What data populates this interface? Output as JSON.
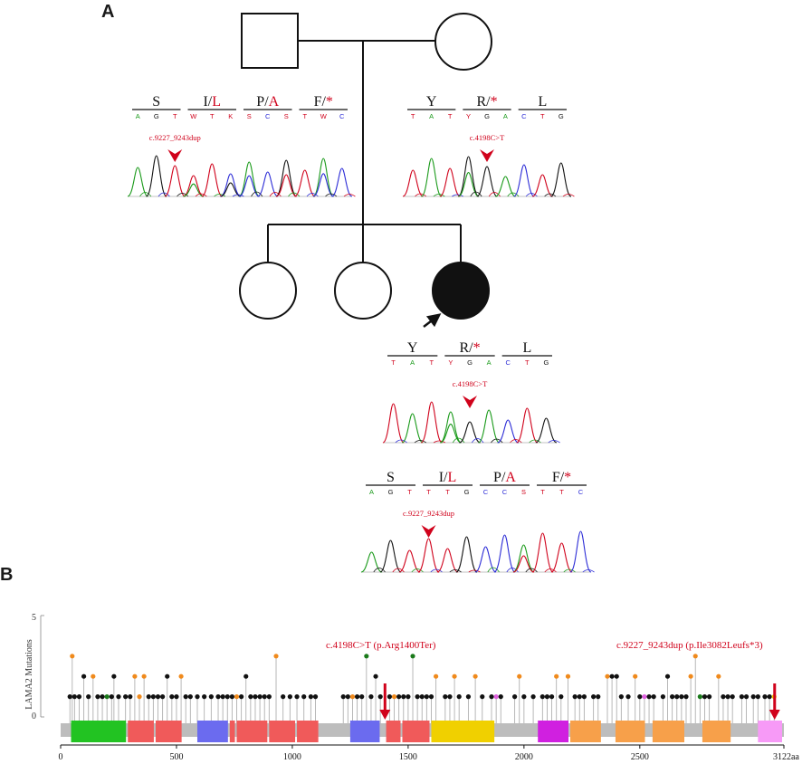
{
  "panel_a": {
    "label": "A",
    "father_seq": {
      "codons": [
        {
          "aa": "S",
          "alt": ""
        },
        {
          "aa": "I/",
          "alt": "L"
        },
        {
          "aa": "P/",
          "alt": "A"
        },
        {
          "aa": "F/",
          "alt": "*"
        }
      ],
      "bases": [
        "A",
        "G",
        "T",
        "W",
        "T",
        "K",
        "S",
        "C",
        "S",
        "T",
        "W",
        "C"
      ],
      "mutation": "c.9227_9243dup"
    },
    "mother_seq": {
      "codons": [
        {
          "aa": "Y",
          "alt": ""
        },
        {
          "aa": "R/",
          "alt": "*"
        },
        {
          "aa": "L",
          "alt": ""
        }
      ],
      "bases": [
        "T",
        "A",
        "T",
        "Y",
        "G",
        "A",
        "C",
        "T",
        "G"
      ],
      "mutation": "c.4198C>T"
    },
    "proband_seq1": {
      "codons": [
        {
          "aa": "Y",
          "alt": ""
        },
        {
          "aa": "R/",
          "alt": "*"
        },
        {
          "aa": "L",
          "alt": ""
        }
      ],
      "bases": [
        "T",
        "A",
        "T",
        "Y",
        "G",
        "A",
        "C",
        "T",
        "G"
      ],
      "mutation": "c.4198C>T"
    },
    "proband_seq2": {
      "codons": [
        {
          "aa": "S",
          "alt": ""
        },
        {
          "aa": "I/",
          "alt": "L"
        },
        {
          "aa": "P/",
          "alt": "A"
        },
        {
          "aa": "F/",
          "alt": "*"
        }
      ],
      "bases": [
        "A",
        "G",
        "T",
        "T",
        "T",
        "G",
        "C",
        "C",
        "S",
        "T",
        "T",
        "C"
      ],
      "mutation": "c.9227_9243dup"
    }
  },
  "panel_b": {
    "label": "B",
    "y_axis_label": "LAMA2 Mutations",
    "y_ticks": [
      "5",
      "0"
    ],
    "x_ticks": [
      "0",
      "500",
      "1000",
      "1500",
      "2000",
      "2500",
      "3122aa"
    ],
    "annotation_1": "c.4198C>T (p.Arg1400Ter)",
    "annotation_2": "c.9227_9243dup (p.Ile3082Leufs*3)"
  },
  "colors": {
    "red": "#d0021b",
    "domain_green": "#22c322",
    "domain_red": "#f05a5a",
    "domain_blue": "#6b6bef",
    "domain_yellow": "#f0d000",
    "domain_magenta": "#d020e0",
    "domain_orange": "#f7a04a",
    "domain_pink": "#f79af7",
    "backbone": "#bdbdbd",
    "lollipop_black": "#111111",
    "lollipop_orange": "#f08a1c",
    "lollipop_green": "#1a7a1a"
  },
  "chart_data": {
    "type": "scatter",
    "title": "",
    "xlabel": "",
    "ylabel": "LAMA2 Mutations",
    "xlim": [
      0,
      3122
    ],
    "ylim": [
      0,
      5
    ],
    "domains": [
      {
        "start": 45,
        "end": 290,
        "color": "domain_green"
      },
      {
        "start": 290,
        "end": 410,
        "color": "domain_red"
      },
      {
        "start": 410,
        "end": 530,
        "color": "domain_red"
      },
      {
        "start": 590,
        "end": 730,
        "color": "domain_blue"
      },
      {
        "start": 730,
        "end": 760,
        "color": "domain_red"
      },
      {
        "start": 760,
        "end": 900,
        "color": "domain_red"
      },
      {
        "start": 900,
        "end": 1020,
        "color": "domain_red"
      },
      {
        "start": 1020,
        "end": 1120,
        "color": "domain_red"
      },
      {
        "start": 1250,
        "end": 1385,
        "color": "domain_blue"
      },
      {
        "start": 1405,
        "end": 1475,
        "color": "domain_red"
      },
      {
        "start": 1475,
        "end": 1600,
        "color": "domain_red"
      },
      {
        "start": 1600,
        "end": 1880,
        "color": "domain_yellow"
      },
      {
        "start": 2060,
        "end": 2200,
        "color": "domain_magenta"
      },
      {
        "start": 2200,
        "end": 2340,
        "color": "domain_orange"
      },
      {
        "start": 2395,
        "end": 2530,
        "color": "domain_orange"
      },
      {
        "start": 2555,
        "end": 2700,
        "color": "domain_orange"
      },
      {
        "start": 2770,
        "end": 2900,
        "color": "domain_orange"
      },
      {
        "start": 3010,
        "end": 3122,
        "color": "domain_pink"
      }
    ],
    "highlight_positions": [
      1400,
      3082
    ],
    "series": [
      {
        "points": [
          [
            40,
            1,
            "b"
          ],
          [
            50,
            3,
            "o"
          ],
          [
            60,
            1,
            "b"
          ],
          [
            80,
            1,
            "b"
          ],
          [
            100,
            2,
            "b"
          ],
          [
            120,
            1,
            "b"
          ],
          [
            140,
            2,
            "o"
          ],
          [
            160,
            1,
            "b"
          ],
          [
            180,
            1,
            "b"
          ],
          [
            200,
            1,
            "g"
          ],
          [
            220,
            1,
            "b"
          ],
          [
            230,
            2,
            "b"
          ],
          [
            250,
            1,
            "b"
          ],
          [
            280,
            1,
            "b"
          ],
          [
            300,
            1,
            "b"
          ],
          [
            320,
            2,
            "o"
          ],
          [
            340,
            1,
            "o"
          ],
          [
            360,
            2,
            "o"
          ],
          [
            380,
            1,
            "b"
          ],
          [
            400,
            1,
            "b"
          ],
          [
            420,
            1,
            "b"
          ],
          [
            440,
            1,
            "b"
          ],
          [
            460,
            2,
            "b"
          ],
          [
            480,
            1,
            "b"
          ],
          [
            500,
            1,
            "b"
          ],
          [
            520,
            2,
            "o"
          ],
          [
            540,
            1,
            "b"
          ],
          [
            560,
            1,
            "b"
          ],
          [
            590,
            1,
            "b"
          ],
          [
            620,
            1,
            "b"
          ],
          [
            650,
            1,
            "b"
          ],
          [
            680,
            1,
            "b"
          ],
          [
            700,
            1,
            "b"
          ],
          [
            720,
            1,
            "b"
          ],
          [
            740,
            1,
            "b"
          ],
          [
            760,
            1,
            "o"
          ],
          [
            780,
            1,
            "b"
          ],
          [
            800,
            2,
            "b"
          ],
          [
            820,
            1,
            "b"
          ],
          [
            840,
            1,
            "b"
          ],
          [
            860,
            1,
            "b"
          ],
          [
            880,
            1,
            "b"
          ],
          [
            900,
            1,
            "b"
          ],
          [
            930,
            3,
            "o"
          ],
          [
            960,
            1,
            "b"
          ],
          [
            990,
            1,
            "b"
          ],
          [
            1020,
            1,
            "b"
          ],
          [
            1050,
            1,
            "b"
          ],
          [
            1080,
            1,
            "b"
          ],
          [
            1100,
            1,
            "b"
          ],
          [
            1220,
            1,
            "b"
          ],
          [
            1240,
            1,
            "b"
          ],
          [
            1260,
            1,
            "o"
          ],
          [
            1280,
            1,
            "b"
          ],
          [
            1300,
            1,
            "b"
          ],
          [
            1320,
            3,
            "g"
          ],
          [
            1340,
            1,
            "b"
          ],
          [
            1360,
            2,
            "b"
          ],
          [
            1380,
            1,
            "b"
          ],
          [
            1420,
            1,
            "b"
          ],
          [
            1440,
            1,
            "o"
          ],
          [
            1460,
            1,
            "b"
          ],
          [
            1480,
            1,
            "b"
          ],
          [
            1500,
            1,
            "b"
          ],
          [
            1520,
            3,
            "g"
          ],
          [
            1540,
            1,
            "b"
          ],
          [
            1560,
            1,
            "b"
          ],
          [
            1580,
            1,
            "b"
          ],
          [
            1600,
            1,
            "b"
          ],
          [
            1620,
            2,
            "o"
          ],
          [
            1660,
            1,
            "b"
          ],
          [
            1680,
            1,
            "b"
          ],
          [
            1700,
            2,
            "o"
          ],
          [
            1720,
            1,
            "b"
          ],
          [
            1760,
            1,
            "b"
          ],
          [
            1790,
            2,
            "o"
          ],
          [
            1820,
            1,
            "b"
          ],
          [
            1860,
            1,
            "b"
          ],
          [
            1880,
            1,
            "p"
          ],
          [
            1900,
            1,
            "b"
          ],
          [
            1960,
            1,
            "b"
          ],
          [
            1980,
            2,
            "o"
          ],
          [
            2000,
            1,
            "b"
          ],
          [
            2040,
            1,
            "b"
          ],
          [
            2080,
            1,
            "b"
          ],
          [
            2100,
            1,
            "b"
          ],
          [
            2120,
            1,
            "b"
          ],
          [
            2140,
            2,
            "o"
          ],
          [
            2160,
            1,
            "b"
          ],
          [
            2190,
            2,
            "o"
          ],
          [
            2220,
            1,
            "b"
          ],
          [
            2240,
            1,
            "b"
          ],
          [
            2260,
            1,
            "b"
          ],
          [
            2300,
            1,
            "b"
          ],
          [
            2320,
            1,
            "b"
          ],
          [
            2360,
            2,
            "o"
          ],
          [
            2380,
            2,
            "b"
          ],
          [
            2400,
            2,
            "b"
          ],
          [
            2420,
            1,
            "b"
          ],
          [
            2450,
            1,
            "b"
          ],
          [
            2480,
            2,
            "o"
          ],
          [
            2500,
            1,
            "b"
          ],
          [
            2520,
            1,
            "p"
          ],
          [
            2540,
            1,
            "b"
          ],
          [
            2560,
            1,
            "b"
          ],
          [
            2600,
            1,
            "b"
          ],
          [
            2620,
            2,
            "b"
          ],
          [
            2640,
            1,
            "b"
          ],
          [
            2660,
            1,
            "b"
          ],
          [
            2680,
            1,
            "b"
          ],
          [
            2700,
            1,
            "b"
          ],
          [
            2720,
            2,
            "o"
          ],
          [
            2740,
            3,
            "o"
          ],
          [
            2760,
            1,
            "g"
          ],
          [
            2780,
            1,
            "b"
          ],
          [
            2800,
            1,
            "b"
          ],
          [
            2840,
            2,
            "o"
          ],
          [
            2860,
            1,
            "b"
          ],
          [
            2880,
            1,
            "b"
          ],
          [
            2900,
            1,
            "b"
          ],
          [
            2940,
            1,
            "b"
          ],
          [
            2960,
            1,
            "b"
          ],
          [
            2990,
            1,
            "b"
          ],
          [
            3010,
            1,
            "b"
          ],
          [
            3040,
            1,
            "b"
          ],
          [
            3060,
            1,
            "b"
          ],
          [
            3080,
            1,
            "y"
          ]
        ]
      }
    ]
  }
}
